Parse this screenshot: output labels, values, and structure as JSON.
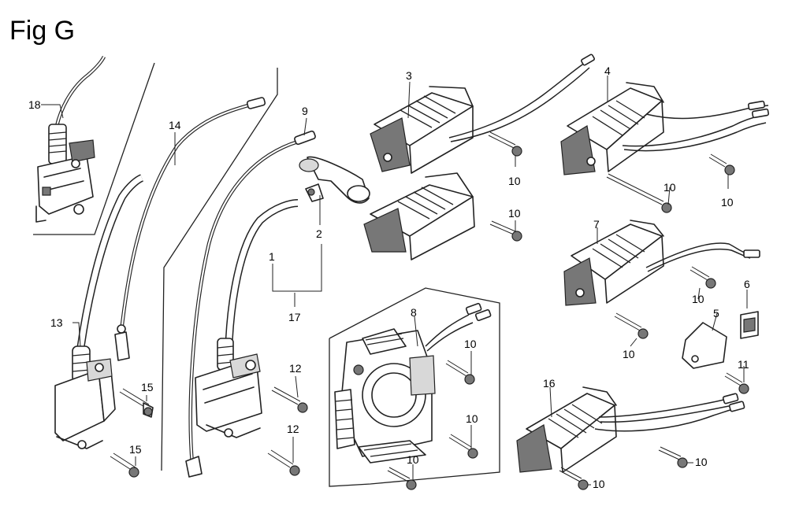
{
  "figure": {
    "title": "Fig G"
  },
  "callouts": [
    {
      "id": "c18",
      "label": "18"
    },
    {
      "id": "c14",
      "label": "14"
    },
    {
      "id": "c9",
      "label": "9"
    },
    {
      "id": "c2",
      "label": "2"
    },
    {
      "id": "c1",
      "label": "1"
    },
    {
      "id": "c17",
      "label": "17"
    },
    {
      "id": "c13",
      "label": "13"
    },
    {
      "id": "c15a",
      "label": "15"
    },
    {
      "id": "c15b",
      "label": "15"
    },
    {
      "id": "c12a",
      "label": "12"
    },
    {
      "id": "c12b",
      "label": "12"
    },
    {
      "id": "c3",
      "label": "3"
    },
    {
      "id": "c10a",
      "label": "10"
    },
    {
      "id": "c10b",
      "label": "10"
    },
    {
      "id": "c4",
      "label": "4"
    },
    {
      "id": "c10c",
      "label": "10"
    },
    {
      "id": "c10d",
      "label": "10"
    },
    {
      "id": "c7",
      "label": "7"
    },
    {
      "id": "c10e",
      "label": "10"
    },
    {
      "id": "c6",
      "label": "6"
    },
    {
      "id": "c5",
      "label": "5"
    },
    {
      "id": "c10f",
      "label": "10"
    },
    {
      "id": "c11",
      "label": "11"
    },
    {
      "id": "c8",
      "label": "8"
    },
    {
      "id": "c10g",
      "label": "10"
    },
    {
      "id": "c10h",
      "label": "10"
    },
    {
      "id": "c10i",
      "label": "10"
    },
    {
      "id": "c16",
      "label": "16"
    },
    {
      "id": "c10j",
      "label": "10"
    },
    {
      "id": "c10k",
      "label": "10"
    }
  ]
}
